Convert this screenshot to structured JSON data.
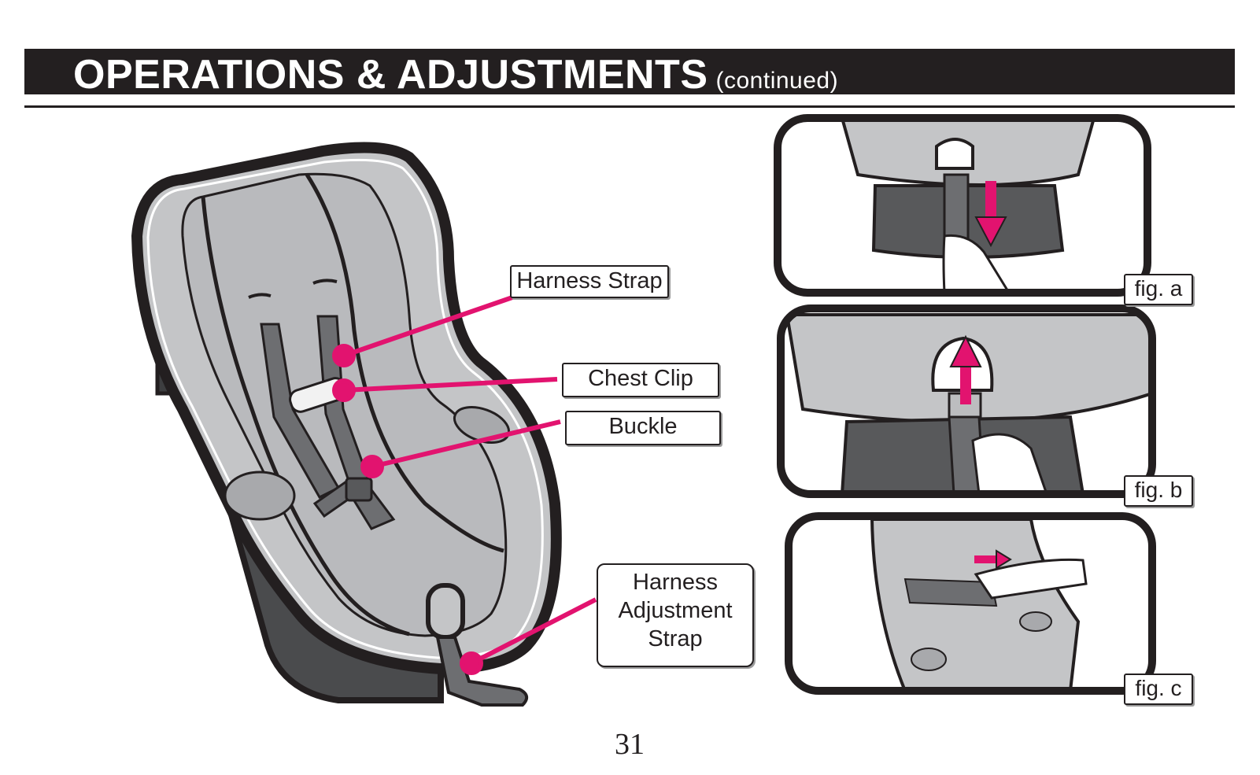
{
  "header": {
    "title": "OPERATIONS & ADJUSTMENTS",
    "subtitle": "(continued)"
  },
  "callouts": {
    "harness_strap": "Harness Strap",
    "chest_clip": "Chest Clip",
    "buckle": "Buckle",
    "harness_adjustment_strap": [
      "Harness",
      "Adjustment",
      "Strap"
    ]
  },
  "figures": {
    "fig_a": "fig. a",
    "fig_b": "fig. b",
    "fig_c": "fig. c"
  },
  "page_number": "31",
  "colors": {
    "accent": "#e2136f",
    "seat_light": "#c4c5c7",
    "seat_mid": "#9ea0a3",
    "seat_dark": "#58595b",
    "outline": "#231f20"
  }
}
